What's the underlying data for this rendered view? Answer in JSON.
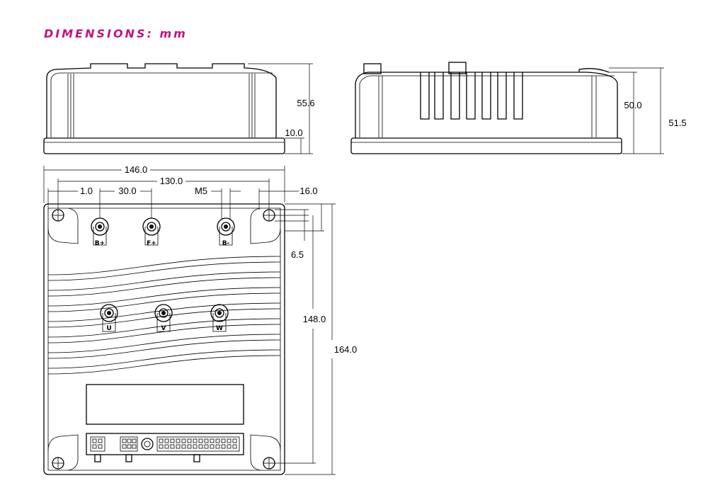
{
  "title": "DIMENSIONS: mm",
  "accent_color": "#c4127e",
  "dimensions": {
    "front_height": "55.6",
    "front_base": "10.0",
    "side_inner": "50.0",
    "side_total": "51.5",
    "overall_width": "146.0",
    "hole_spacing_x": "130.0",
    "edge_offset": "1.0",
    "terminal_pitch": "30.0",
    "thread": "M5",
    "right_offset": "16.0",
    "hole_offset_y": "6.5",
    "hole_spacing_y": "148.0",
    "overall_height": "164.0"
  },
  "terminals": {
    "top": [
      "B+",
      "F+",
      "B-"
    ],
    "motor": [
      "U",
      "V",
      "W"
    ]
  }
}
